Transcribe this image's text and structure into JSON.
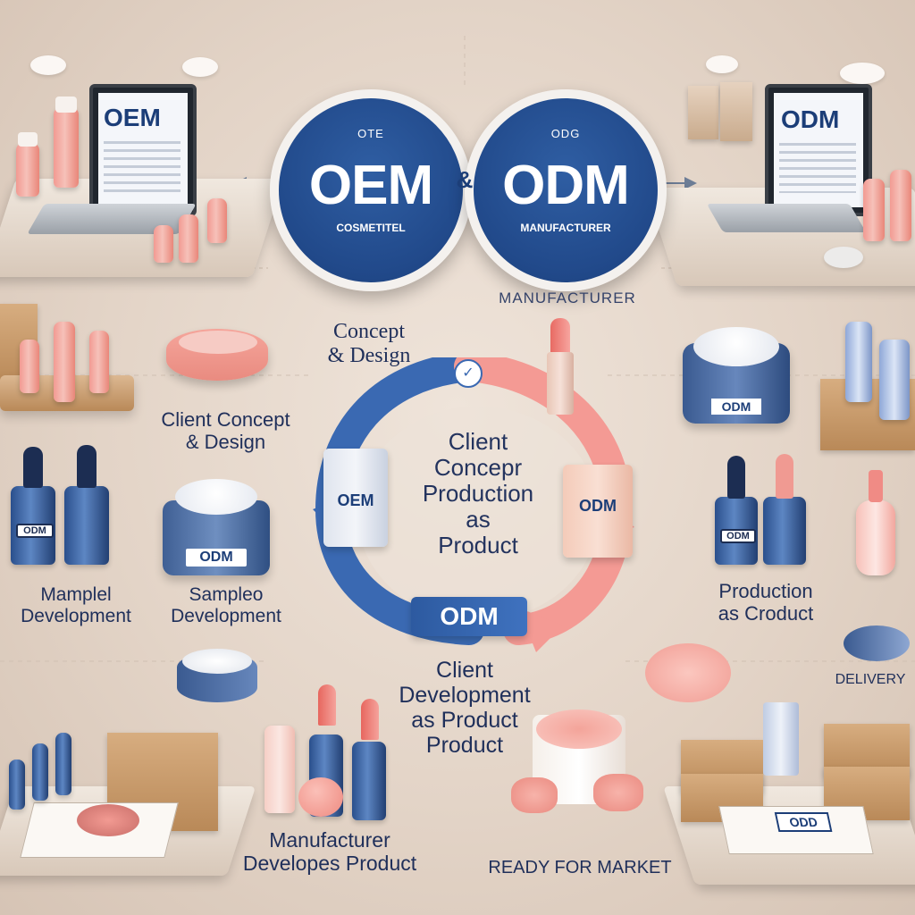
{
  "header": {
    "oem": {
      "small_top": "OTE",
      "big": "OEM",
      "small_bottom": "COSMETITEL"
    },
    "ampersand": "&",
    "odm": {
      "small_top": "ODG",
      "big": "ODM",
      "small_bottom": "MANUFACTURER"
    },
    "subtitle": "MANUFACTURER"
  },
  "laptops": {
    "left_screen": "OEM",
    "right_screen": "ODM"
  },
  "cycle": {
    "top_label": "Concept\n& Design",
    "center_text": "Client\nConcepr\nProduction\nas\nProduct",
    "left_tube": "OEM",
    "right_tube": "ODM",
    "bottom_banner": "ODM",
    "check_mark": "✓",
    "bottom_text": "Client\nDevelopment\nas Product\nProduct"
  },
  "steps": {
    "client_concept": "Client Concept\n& Design",
    "mamplel": "Mamplel\nDevelopment",
    "samplec": "Sampleo\nDevelopment",
    "production": "Production\nas Croduct",
    "delivery": "DELIVERY",
    "manufacturer_develops": "Manufacturer\nDevelopes Product",
    "ready": "READY FOR MARKET"
  },
  "product_tags": {
    "left_serum": "ODM",
    "left_jar": "ODM",
    "right_jar": "ODM",
    "right_serum": "ODM",
    "right_paper": "ODD"
  },
  "colors": {
    "navy": "#21498a",
    "coral": "#f28d86",
    "text": "#1f2f5a",
    "background": "#e6d8cc"
  }
}
